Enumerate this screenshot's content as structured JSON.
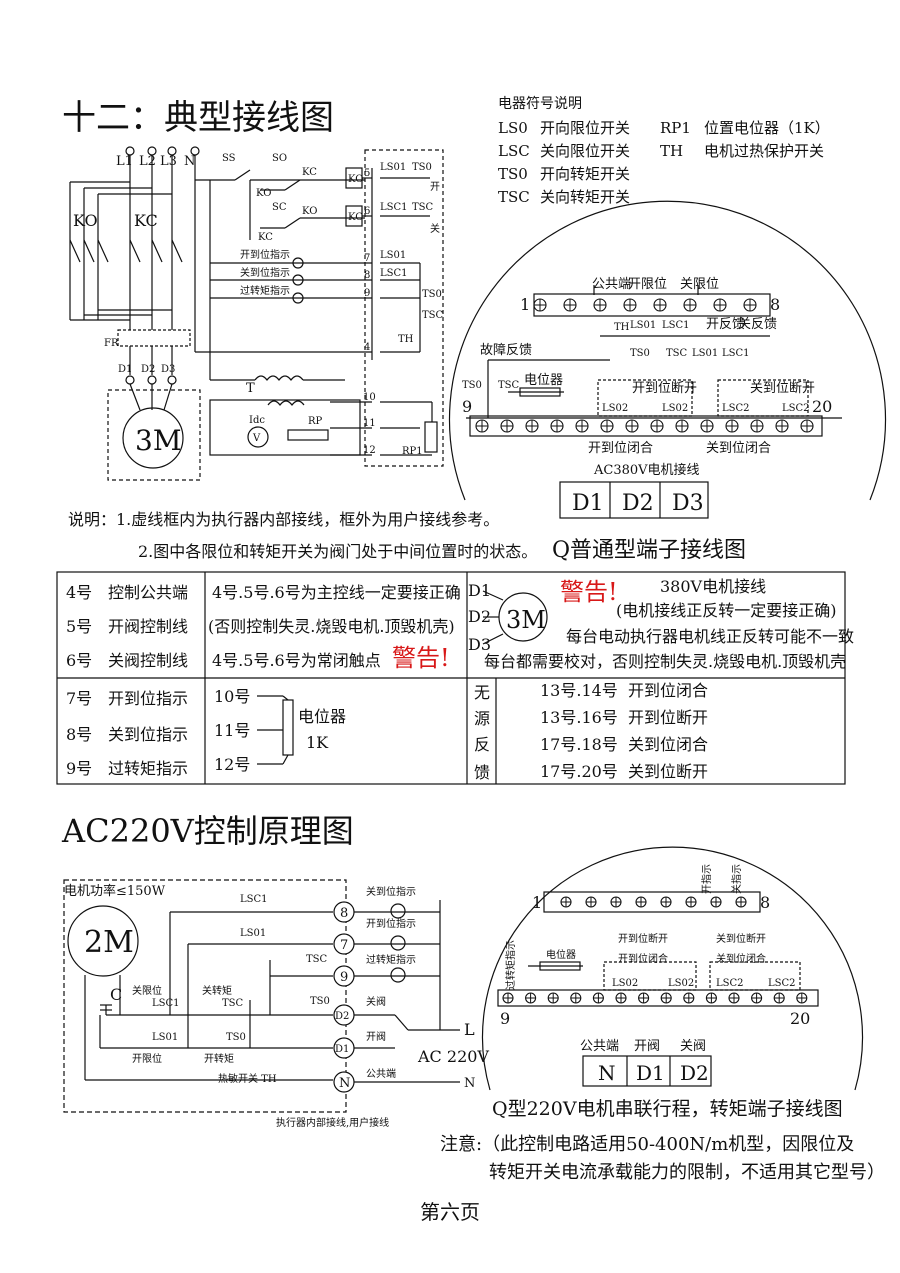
{
  "page": {
    "title_main": "十二：典型接线图",
    "title_ac220": "AC220V控制原理图",
    "page_number": "第六页"
  },
  "legend": {
    "heading": "电器符号说明",
    "items": [
      {
        "code": "LS0",
        "desc": "开向限位开关"
      },
      {
        "code": "LSC",
        "desc": "关向限位开关"
      },
      {
        "code": "TS0",
        "desc": "开向转矩开关"
      },
      {
        "code": "TSC",
        "desc": "关向转矩开关"
      },
      {
        "code": "RP1",
        "desc": "位置电位器（1K）"
      },
      {
        "code": "TH",
        "desc": "电机过热保护开关"
      }
    ]
  },
  "main_diagram": {
    "phases": [
      "L1",
      "L2",
      "L3",
      "N"
    ],
    "contactors": [
      "KO",
      "KC"
    ],
    "fr": "FR",
    "motor_terms": [
      "D1",
      "D2",
      "D3"
    ],
    "motor": "3M",
    "ss": "SS",
    "so": "SO",
    "sc": "SC",
    "ko": "KO",
    "kc": "KC",
    "terminals": [
      "5",
      "6",
      "7",
      "8",
      "9",
      "4",
      "10",
      "11",
      "12"
    ],
    "switches": [
      "LS01",
      "TS0",
      "LSC1",
      "TSC",
      "LS01",
      "LSC1",
      "TS0",
      "TSC",
      "TH"
    ],
    "open_label": "开",
    "close_label": "关",
    "indicators": [
      "开到位指示",
      "关到位指示",
      "过转矩指示"
    ],
    "transformer": "T",
    "idc": "Idc",
    "voltmeter": "V",
    "rp": "RP",
    "rp1": "RP1"
  },
  "notes": {
    "line1": "说明：1.虚线框内为执行器内部接线，框外为用户接线参考。",
    "line2": "2.图中各限位和转矩开关为阀门处于中间位置时的状态。"
  },
  "q_terminal": {
    "caption": "Q普通型端子接线图",
    "common": "公共端",
    "open_limit": "开限位",
    "close_limit": "关限位",
    "n1": "1",
    "n8": "8",
    "n9": "9",
    "n20": "20",
    "th": "TH",
    "ls01": "LS01",
    "lsc1": "LSC1",
    "open_fb": "开反馈",
    "close_fb": "关反馈",
    "ts0": "TS0",
    "tsc": "TSC",
    "fault_fb": "故障反馈",
    "pot": "电位器",
    "open_off": "开到位断开",
    "close_off": "关到位断开",
    "ls02": "LS02",
    "lsc2": "LSC2",
    "open_on": "开到位闭合",
    "close_on": "关到位闭合",
    "ac380": "AC380V电机接线",
    "motor_terms": [
      "D1",
      "D2",
      "D3"
    ]
  },
  "table": {
    "rows_top": [
      {
        "no": "4号",
        "desc": "控制公共端"
      },
      {
        "no": "5号",
        "desc": "开阀控制线"
      },
      {
        "no": "6号",
        "desc": "关阀控制线"
      }
    ],
    "mid_lines": [
      "4号.5号.6号为主控线一定要接正确",
      "(否则控制失灵.烧毁电机.顶毁机壳)",
      "4号.5号.6号为常闭触点"
    ],
    "warning": "警告!",
    "motor_terms": [
      "D1",
      "D2",
      "D3"
    ],
    "motor": "3M",
    "wiring_title": "380V电机接线",
    "wiring_note": "(电机接线正反转一定要接正确)",
    "wiring_line1": "每台电动执行器电机线正反转可能不一致",
    "wiring_line2": "每台都需要校对，否则控制失灵.烧毁电机.顶毁机壳",
    "rows_bottom": [
      {
        "no": "7号",
        "desc": "开到位指示"
      },
      {
        "no": "8号",
        "desc": "关到位指示"
      },
      {
        "no": "9号",
        "desc": "过转矩指示"
      }
    ],
    "pot_nums": [
      "10号",
      "11号",
      "12号"
    ],
    "pot_label": "电位器",
    "pot_value": "1K",
    "passive_chars": [
      "无",
      "源",
      "反",
      "馈"
    ],
    "passive_rows": [
      {
        "pins": "13号.14号",
        "desc": "开到位闭合"
      },
      {
        "pins": "13号.16号",
        "desc": "开到位断开"
      },
      {
        "pins": "17号.18号",
        "desc": "关到位闭合"
      },
      {
        "pins": "17号.20号",
        "desc": "关到位断开"
      }
    ]
  },
  "ac220": {
    "power": "电机功率≤150W",
    "motor": "2M",
    "c": "C",
    "close_limit": "关限位",
    "close_torque": "关转矩",
    "open_limit": "开限位",
    "open_torque": "开转矩",
    "thermal": "热敏开关 TH",
    "lsc1": "LSC1",
    "ls01": "LS01",
    "tsc": "TSC",
    "ts0": "TS0",
    "terms": [
      "8",
      "7",
      "9",
      "D2",
      "D1",
      "N"
    ],
    "ind_close": "关到位指示",
    "ind_open": "开到位指示",
    "ind_torque": "过转矩指示",
    "valve_close": "关阀",
    "valve_open": "开阀",
    "common": "公共端",
    "l": "L",
    "n": "N",
    "ac": "AC 220V",
    "boundary": "执行器内部接线,用户接线"
  },
  "q220": {
    "caption": "Q型220V电机串联行程，转矩端子接线图",
    "open_ind": "开指示",
    "close_ind": "关指示",
    "n1": "1",
    "n8": "8",
    "n9": "9",
    "n20": "20",
    "torque_ind": "过转矩指示",
    "pot": "电位器",
    "open_off": "开到位断开",
    "close_off": "关到位断开",
    "open_on": "开到位闭合",
    "close_on": "关到位闭合",
    "ls02": "LS02",
    "lsc2": "LSC2",
    "hdr": [
      "公共端",
      "开阀",
      "关阀"
    ],
    "terms": [
      "N",
      "D1",
      "D2"
    ]
  },
  "footnote": {
    "line1": "注意:（此控制电路适用50-400N/m机型，因限位及",
    "line2": "转矩开关电流承载能力的限制，不适用其它型号）"
  }
}
